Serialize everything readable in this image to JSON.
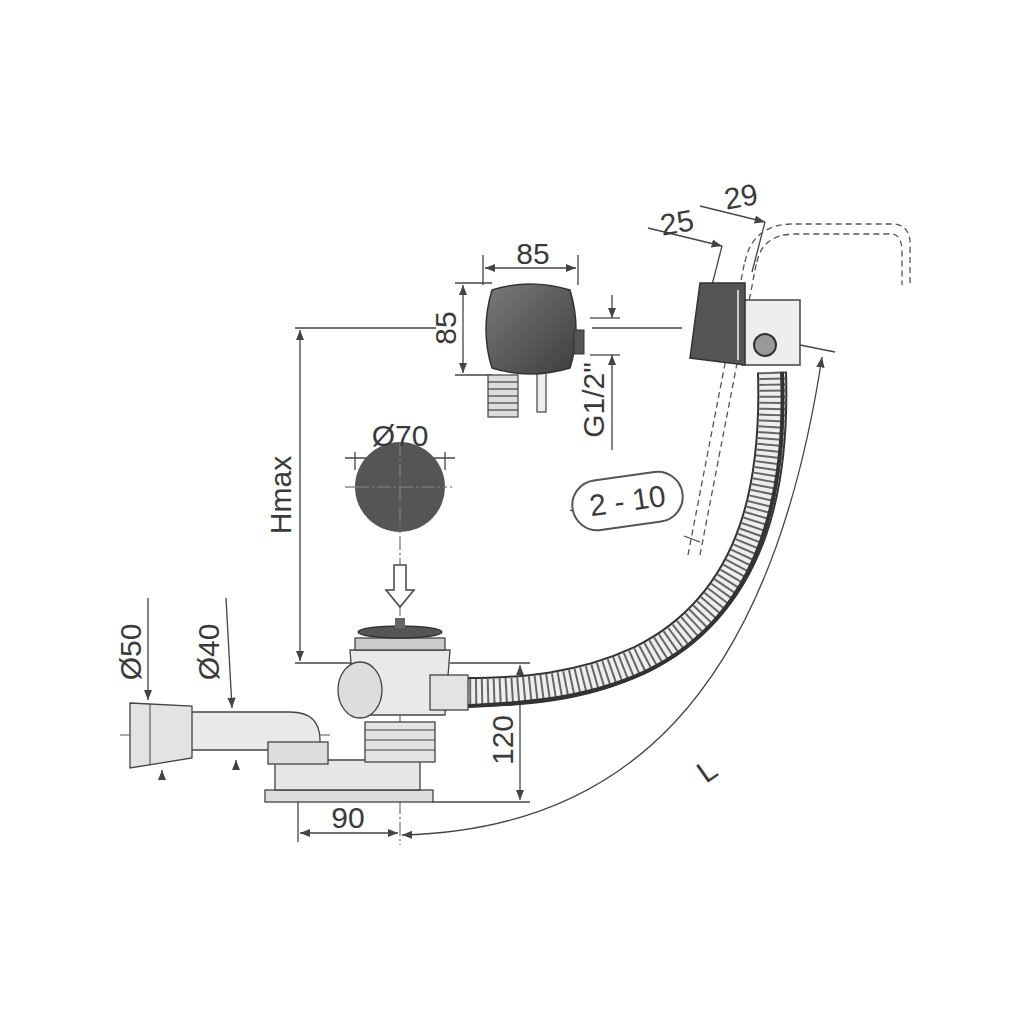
{
  "diagram": {
    "nodes": [
      {
        "text": [
          "2 - 10"
        ]
      }
    ],
    "labels": [
      "29",
      "25",
      "85",
      "85",
      "G1/2\"",
      "Hmax",
      "Ø70",
      "Ø50",
      "Ø40",
      "120",
      "90",
      "L"
    ]
  }
}
